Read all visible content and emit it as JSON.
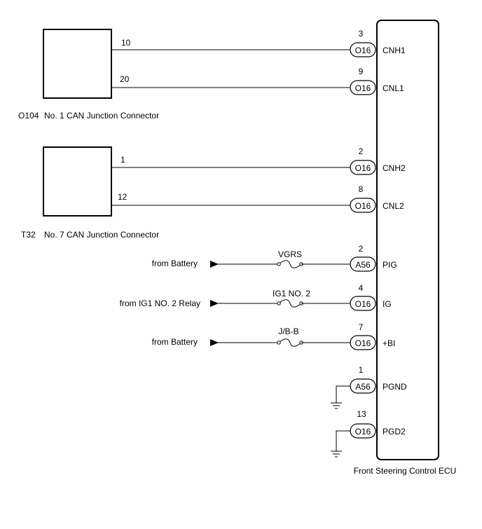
{
  "components": {
    "o104": {
      "code": "O104",
      "name": "No. 1 CAN Junction Connector"
    },
    "t32": {
      "code": "T32",
      "name": "No. 7 CAN Junction Connector"
    },
    "ecu": {
      "name": "Front Steering Control ECU"
    }
  },
  "can_wires": [
    {
      "left_pin": "10",
      "ecu_pin": "3",
      "connector": "O16",
      "signal": "CNH1"
    },
    {
      "left_pin": "20",
      "ecu_pin": "9",
      "connector": "O16",
      "signal": "CNL1"
    },
    {
      "left_pin": "1",
      "ecu_pin": "2",
      "connector": "O16",
      "signal": "CNH2"
    },
    {
      "left_pin": "12",
      "ecu_pin": "8",
      "connector": "O16",
      "signal": "CNL2"
    }
  ],
  "power_wires": [
    {
      "source": "from Battery",
      "fuse": "VGRS",
      "ecu_pin": "2",
      "connector": "A56",
      "signal": "PIG"
    },
    {
      "source": "from IG1 NO. 2 Relay",
      "fuse": "IG1 NO. 2",
      "ecu_pin": "4",
      "connector": "O16",
      "signal": "IG"
    },
    {
      "source": "from Battery",
      "fuse": "J/B-B",
      "ecu_pin": "7",
      "connector": "O16",
      "signal": "+BI"
    }
  ],
  "ground_wires": [
    {
      "ecu_pin": "1",
      "connector": "A56",
      "signal": "PGND"
    },
    {
      "ecu_pin": "13",
      "connector": "O16",
      "signal": "PGD2"
    }
  ]
}
